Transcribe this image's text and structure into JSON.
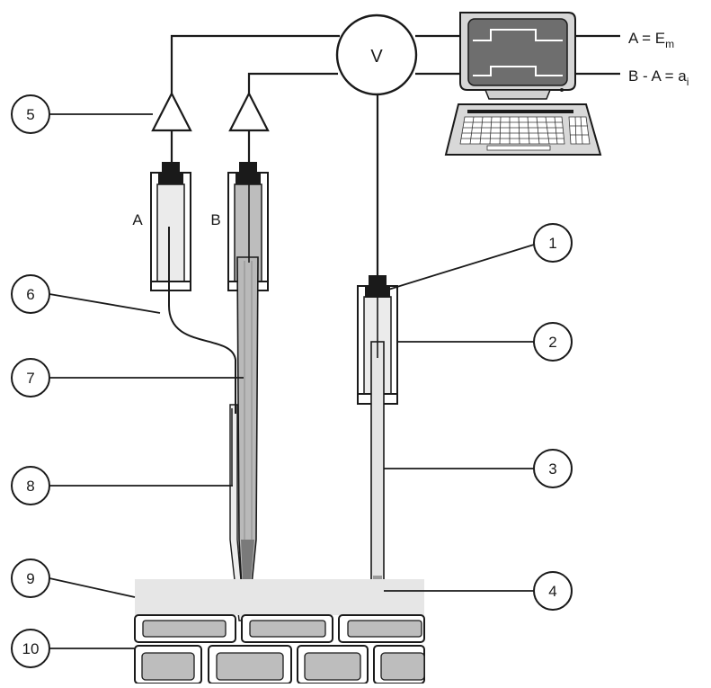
{
  "voltmeter": {
    "label": "V"
  },
  "barrels": {
    "a": "A",
    "b": "B"
  },
  "outputs": {
    "a": {
      "prefix": "A = E",
      "sub": "m"
    },
    "b": {
      "prefix": "B - A = a",
      "sub": "i"
    }
  },
  "callouts": [
    "1",
    "2",
    "3",
    "4",
    "5",
    "6",
    "7",
    "8",
    "9",
    "10"
  ],
  "colors": {
    "line": "#1a1a1a",
    "fluid": "#bdbdbd",
    "barrel_fill": "#ebebeb",
    "solution_layer": "#e6e6e6"
  }
}
